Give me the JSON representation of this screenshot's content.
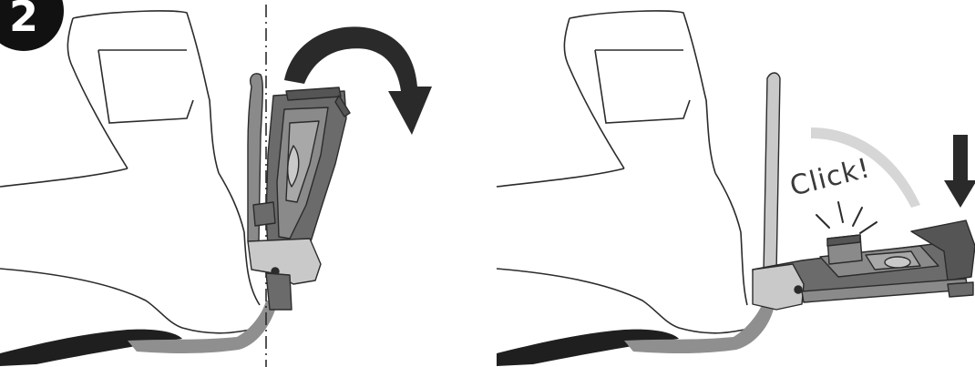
{
  "step": {
    "number": "2"
  },
  "right_panel": {
    "click_text": "Click!"
  },
  "colors": {
    "outline": "#2b2b2b",
    "device_dark": "#6b6b6b",
    "device_mid": "#8a8a8a",
    "device_light": "#c9c9c9",
    "arrow": "#2a2a2a",
    "arc_light": "#d6d6d6",
    "floor_dark": "#1f1f1f",
    "floor_gray": "#8f8f8f",
    "background": "#ffffff"
  },
  "icons": {
    "rotate_arrow": "curved-arrow-clockwise",
    "down_arrow": "arrow-down",
    "step_badge": "numbered-circle"
  }
}
